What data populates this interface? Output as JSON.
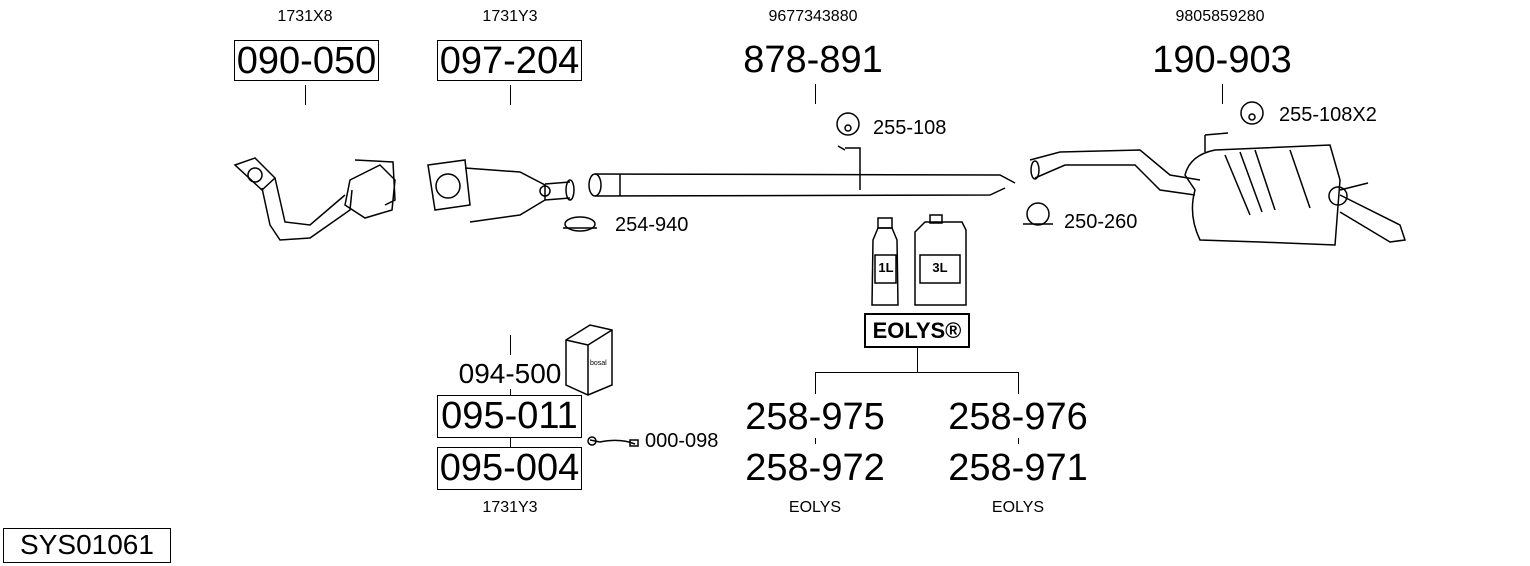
{
  "groups": [
    {
      "ref": "1731X8",
      "part": "090-050"
    },
    {
      "ref": "1731Y3",
      "part": "097-204"
    },
    {
      "ref": "9677343880",
      "part": "878-891"
    },
    {
      "ref": "9805859280",
      "part": "190-903"
    }
  ],
  "accessories": {
    "a1": "255-108",
    "a2": "255-108X2",
    "a3": "254-940",
    "a4": "250-260",
    "a5": "000-098"
  },
  "fluid": {
    "bottle_small": "1L",
    "bottle_large": "3L",
    "brand": "EOLYS®",
    "left": {
      "top": "258-975",
      "bottom": "258-972",
      "label": "EOLYS"
    },
    "right": {
      "top": "258-976",
      "bottom": "258-971",
      "label": "EOLYS"
    }
  },
  "kit": {
    "kit": "094-500",
    "upper": "095-011",
    "lower": "095-004",
    "ref": "1731Y3",
    "box_brand": "bosal"
  },
  "system_id": "SYS01061"
}
